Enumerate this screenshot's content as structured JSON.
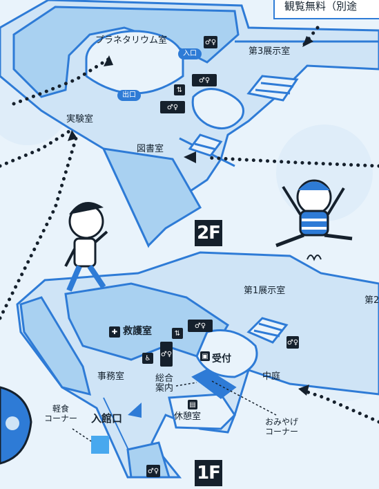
{
  "note": {
    "text": "観覧無料（別途"
  },
  "floors": {
    "upper": "2F",
    "lower": "1F"
  },
  "rooms2f": {
    "planetarium": "プラネタリウム室",
    "entrance": "入口",
    "exit": "出口",
    "exhibit3": "第3展示室",
    "lab": "実験室",
    "library": "図書室"
  },
  "rooms1f": {
    "exhibit1": "第1展示室",
    "exhibit2": "第2",
    "firstaid": "救護室",
    "reception": "受付",
    "office": "事務室",
    "info": "総合\n案内",
    "courtyard": "中庭",
    "lounge": "休憩室",
    "entrance": "入館口",
    "snack": "軽食\nコーナー",
    "souvenir": "おみやげ\nコーナー"
  },
  "colors": {
    "line": "#2e7bd6",
    "fill": "#a9d1f1",
    "dark": "#15202c",
    "accent": "#48a8ee"
  }
}
